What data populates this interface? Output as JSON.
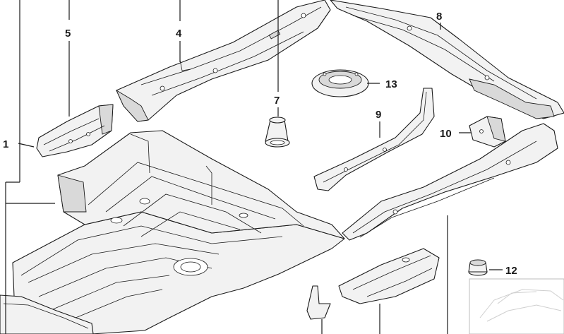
{
  "diagram": {
    "callouts": [
      {
        "id": "1",
        "label": "1"
      },
      {
        "id": "4",
        "label": "4"
      },
      {
        "id": "5",
        "label": "5"
      },
      {
        "id": "7",
        "label": "7"
      },
      {
        "id": "8",
        "label": "8"
      },
      {
        "id": "9",
        "label": "9"
      },
      {
        "id": "10",
        "label": "10"
      },
      {
        "id": "12",
        "label": "12"
      },
      {
        "id": "13",
        "label": "13"
      }
    ],
    "colors": {
      "line": "#1a1a1a",
      "fill": "#f2f2f2",
      "shade": "#d9d9d9",
      "background": "#ffffff"
    }
  }
}
